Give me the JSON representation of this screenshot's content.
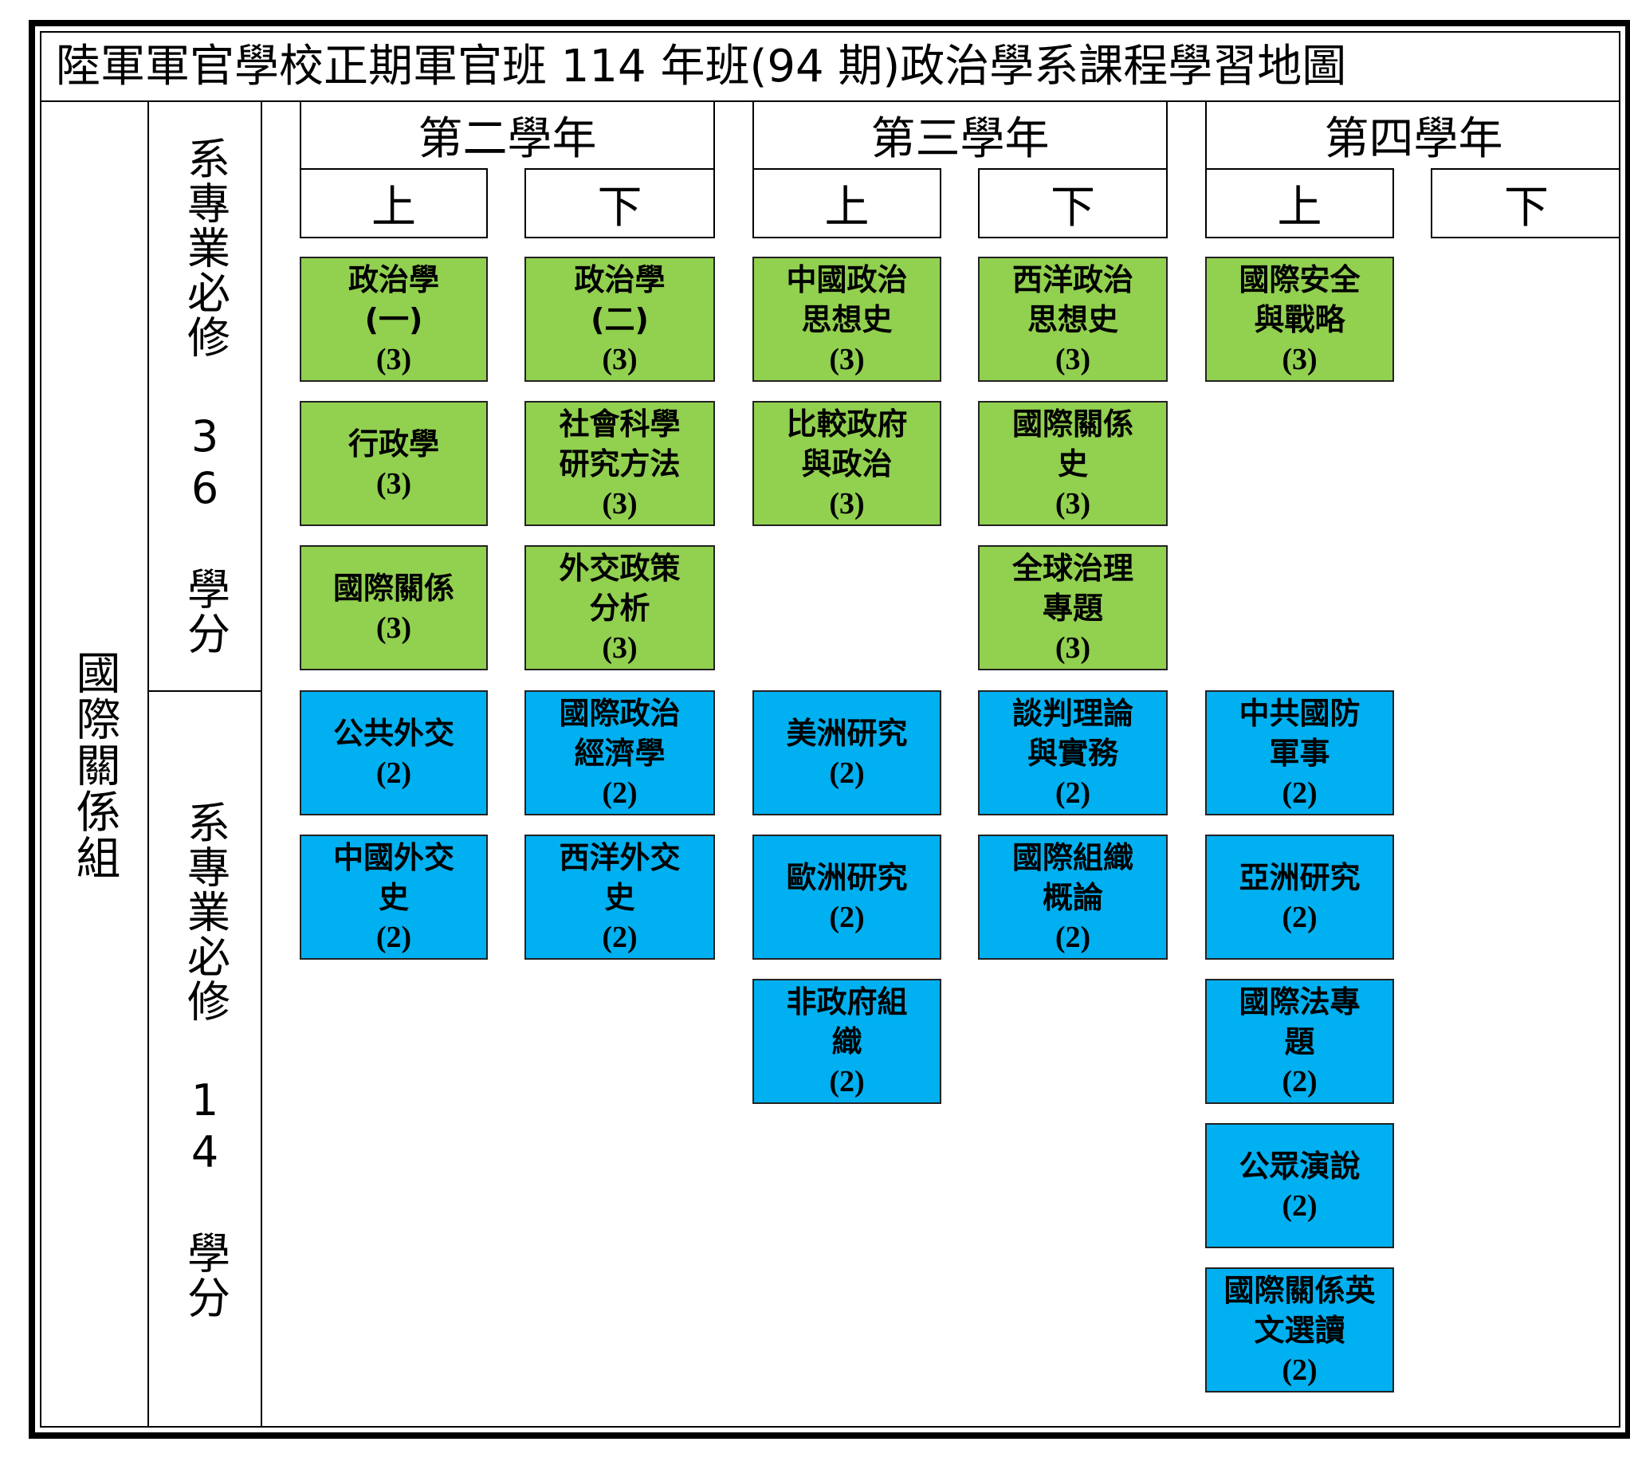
{
  "title": "陸軍軍官學校正期軍官班 114 年班(94 期)政治學系課程學習地圖",
  "group_label": "國際關係組",
  "sections": [
    {
      "id": "required",
      "label": "系專業必修 36 學分",
      "color": "#92d050"
    },
    {
      "id": "elective",
      "label": "系專業必修 14 學分",
      "color": "#00b0f0"
    }
  ],
  "years": [
    {
      "label": "第二學年",
      "semesters": [
        "上",
        "下"
      ]
    },
    {
      "label": "第三學年",
      "semesters": [
        "上",
        "下"
      ]
    },
    {
      "label": "第四學年",
      "semesters": [
        "上",
        "下"
      ]
    }
  ],
  "courses": [
    {
      "sem": 0,
      "row": 0,
      "type": "green",
      "name": "政治學\n(一)",
      "credit": "(3)"
    },
    {
      "sem": 0,
      "row": 1,
      "type": "green",
      "name": "行政學",
      "credit": "(3)"
    },
    {
      "sem": 0,
      "row": 2,
      "type": "green",
      "name": "國際關係",
      "credit": "(3)"
    },
    {
      "sem": 0,
      "row": 3,
      "type": "blue",
      "name": "公共外交",
      "credit": "(2)"
    },
    {
      "sem": 0,
      "row": 4,
      "type": "blue",
      "name": "中國外交\n史",
      "credit": "(2)"
    },
    {
      "sem": 1,
      "row": 0,
      "type": "green",
      "name": "政治學\n(二)",
      "credit": "(3)"
    },
    {
      "sem": 1,
      "row": 1,
      "type": "green",
      "name": "社會科學\n研究方法",
      "credit": "(3)"
    },
    {
      "sem": 1,
      "row": 2,
      "type": "green",
      "name": "外交政策\n分析",
      "credit": "(3)"
    },
    {
      "sem": 1,
      "row": 3,
      "type": "blue",
      "name": "國際政治\n經濟學",
      "credit": "(2)"
    },
    {
      "sem": 1,
      "row": 4,
      "type": "blue",
      "name": "西洋外交\n史",
      "credit": "(2)"
    },
    {
      "sem": 2,
      "row": 0,
      "type": "green",
      "name": "中國政治\n思想史",
      "credit": "(3)"
    },
    {
      "sem": 2,
      "row": 1,
      "type": "green",
      "name": "比較政府\n與政治",
      "credit": "(3)"
    },
    {
      "sem": 2,
      "row": 3,
      "type": "blue",
      "name": "美洲研究",
      "credit": "(2)"
    },
    {
      "sem": 2,
      "row": 4,
      "type": "blue",
      "name": "歐洲研究",
      "credit": "(2)"
    },
    {
      "sem": 2,
      "row": 5,
      "type": "blue",
      "name": "非政府組\n織",
      "credit": "(2)"
    },
    {
      "sem": 3,
      "row": 0,
      "type": "green",
      "name": "西洋政治\n思想史",
      "credit": "(3)"
    },
    {
      "sem": 3,
      "row": 1,
      "type": "green",
      "name": "國際關係\n史",
      "credit": "(3)"
    },
    {
      "sem": 3,
      "row": 2,
      "type": "green",
      "name": "全球治理\n專題",
      "credit": "(3)"
    },
    {
      "sem": 3,
      "row": 3,
      "type": "blue",
      "name": "談判理論\n與實務",
      "credit": "(2)"
    },
    {
      "sem": 3,
      "row": 4,
      "type": "blue",
      "name": "國際組織\n概論",
      "credit": "(2)"
    },
    {
      "sem": 4,
      "row": 0,
      "type": "green",
      "name": "國際安全\n與戰略",
      "credit": "(3)"
    },
    {
      "sem": 4,
      "row": 3,
      "type": "blue",
      "name": "中共國防\n軍事",
      "credit": "(2)"
    },
    {
      "sem": 4,
      "row": 4,
      "type": "blue",
      "name": "亞洲研究",
      "credit": "(2)"
    },
    {
      "sem": 4,
      "row": 5,
      "type": "blue",
      "name": "國際法專\n題",
      "credit": "(2)"
    },
    {
      "sem": 4,
      "row": 6,
      "type": "blue",
      "name": "公眾演說",
      "credit": "(2)"
    },
    {
      "sem": 4,
      "row": 7,
      "type": "blue",
      "name": "國際關係英\n文選讀",
      "credit": "(2)"
    }
  ]
}
